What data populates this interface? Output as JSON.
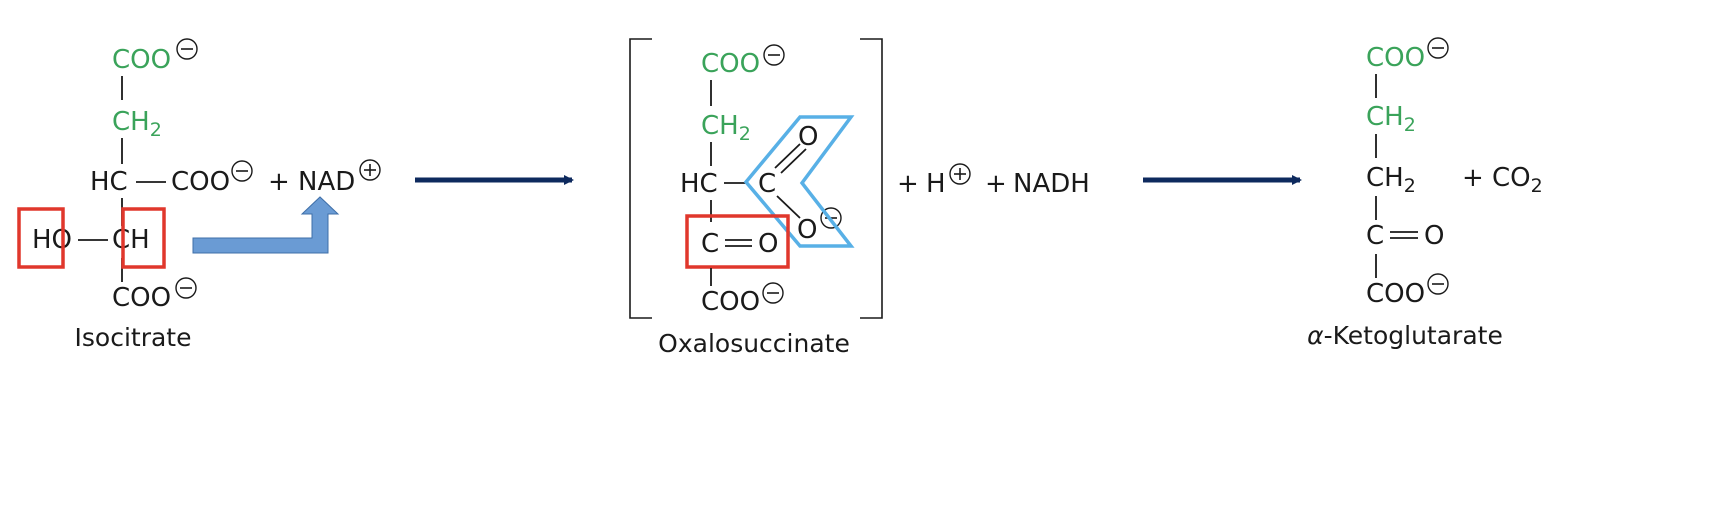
{
  "isocitrate": {
    "name": "Isocitrate",
    "coo_top": "COO",
    "ch2": "CH",
    "ch2_sub": "2",
    "hc": "HC",
    "coo_side": "COO",
    "nad": "NAD",
    "plus": "+",
    "ho": "HO",
    "ch": "CH",
    "coo_bottom": "COO"
  },
  "oxalosuccinate": {
    "name": "Oxalosuccinate",
    "coo_top": "COO",
    "ch2": "CH",
    "ch2_sub": "2",
    "hc": "HC",
    "c_side": "C",
    "o_top": "O",
    "o_bottom": "O",
    "c_keto": "C",
    "o_keto": "O",
    "coo_bottom": "COO",
    "plus1": "+",
    "h": "H",
    "plus2": "+",
    "nadh": "NADH"
  },
  "ketoglutarate": {
    "name_prefix": "α",
    "name": "-Ketoglutarate",
    "coo_top": "COO",
    "ch2a": "CH",
    "ch2a_sub": "2",
    "ch2b": "CH",
    "ch2b_sub": "2",
    "c_keto": "C",
    "o_keto": "O",
    "coo_bottom": "COO",
    "plus": "+",
    "co2": "CO",
    "co2_sub": "2"
  },
  "colors": {
    "green_groups": "#3aa35a",
    "highlight_box": "#e0372c",
    "carboxyl_outline": "#58b0e6",
    "transfer_arrow": "#6a9bd4",
    "reaction_arrow": "#0e2a5e"
  }
}
